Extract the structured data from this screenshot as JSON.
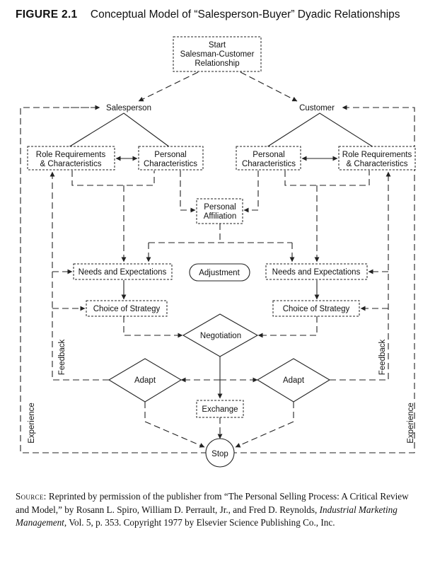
{
  "figure": {
    "number": "FIGURE 2.1",
    "title": "Conceptual Model of “Salesperson-Buyer” Dyadic Relationships"
  },
  "nodes": {
    "start": [
      "Start",
      "Salesman-Customer",
      "Relationship"
    ],
    "salesperson": "Salesperson",
    "customer": "Customer",
    "role_left": [
      "Role Requirements",
      "& Characteristics"
    ],
    "personal_left": [
      "Personal",
      "Characteristics"
    ],
    "personal_right": [
      "Personal",
      "Characteristics"
    ],
    "role_right": [
      "Role Requirements",
      "& Characteristics"
    ],
    "affiliation": [
      "Personal",
      "Affiliation"
    ],
    "needs_left": "Needs and Expectations",
    "adjustment": "Adjustment",
    "needs_right": "Needs and Expectations",
    "choice_left": "Choice of Strategy",
    "choice_right": "Choice of Strategy",
    "negotiation": "Negotiation",
    "adapt_left": "Adapt",
    "adapt_right": "Adapt",
    "exchange": "Exchange",
    "stop": "Stop",
    "feedback_left": "Feedback",
    "feedback_right": "Feedback",
    "experience_left": "Experience",
    "experience_right": "Experience"
  },
  "source": {
    "label": "Source:",
    "text_before_journal": " Reprinted by permission of the publisher from “The Personal Selling Process: A Critical Review and Model,” by Rosann L. Spiro, William D. Perrault, Jr., and Fred D. Reynolds, ",
    "journal": "Industrial Marketing Management",
    "text_after_journal": ", Vol. 5, p. 353. Copyright 1977 by Elsevier Science Publishing Co., Inc."
  }
}
